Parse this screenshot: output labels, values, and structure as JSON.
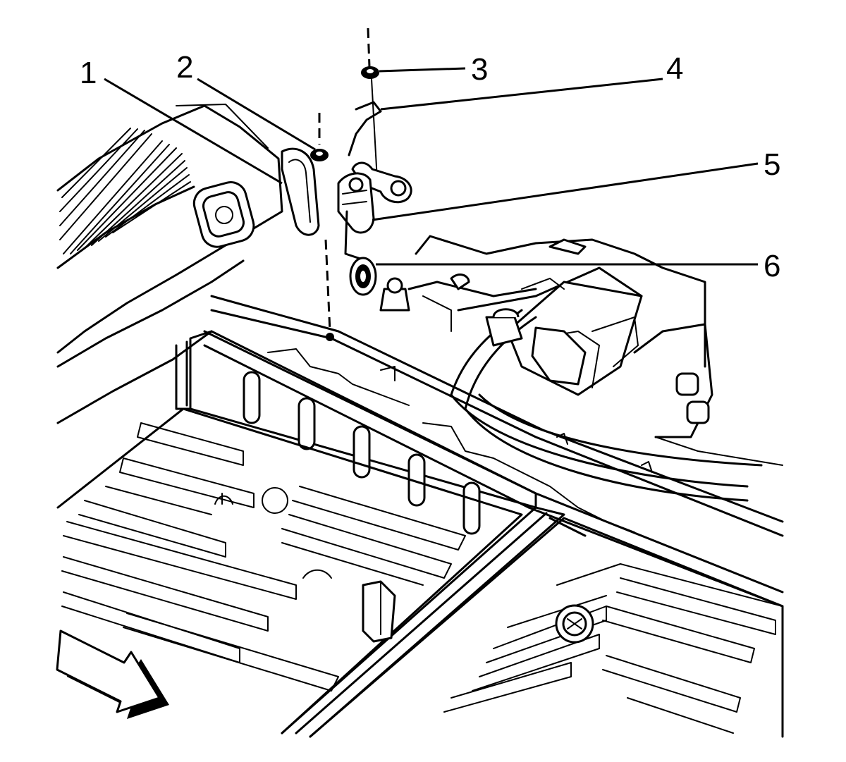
{
  "callouts": [
    {
      "id": 1,
      "label": "1"
    },
    {
      "id": 2,
      "label": "2"
    },
    {
      "id": 3,
      "label": "3"
    },
    {
      "id": 4,
      "label": "4"
    },
    {
      "id": 5,
      "label": "5"
    },
    {
      "id": 6,
      "label": "6"
    }
  ],
  "icons": {
    "direction_arrow": "forward-arrow-icon"
  }
}
